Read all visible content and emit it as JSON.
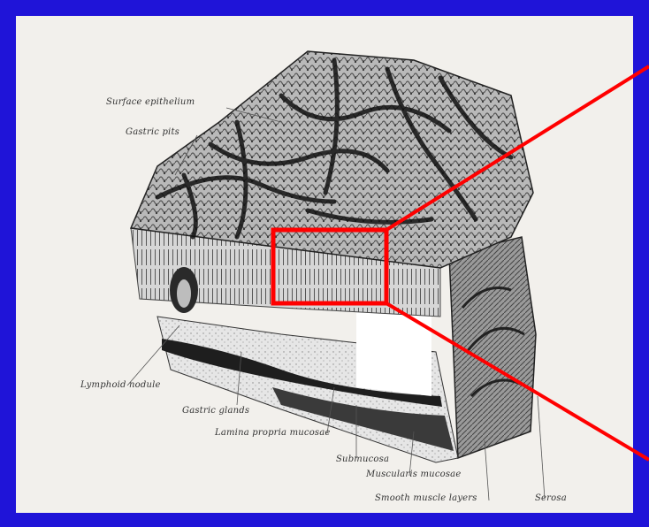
{
  "slide": {
    "background_color": "#1f14d8",
    "highlight_color": "#ff0000"
  },
  "diagram": {
    "labels": {
      "surface_epithelium": "Surface epithelium",
      "gastric_pits": "Gastric pits",
      "lymphoid_nodule": "Lymphoid nodule",
      "gastric_glands": "Gastric glands",
      "lamina_propria": "Lamina propria mucosae",
      "submucosa": "Submucosa",
      "muscularis_mucosae": "Muscularis mucosae",
      "smooth_muscle": "Smooth muscle layers",
      "serosa": "Serosa"
    }
  }
}
